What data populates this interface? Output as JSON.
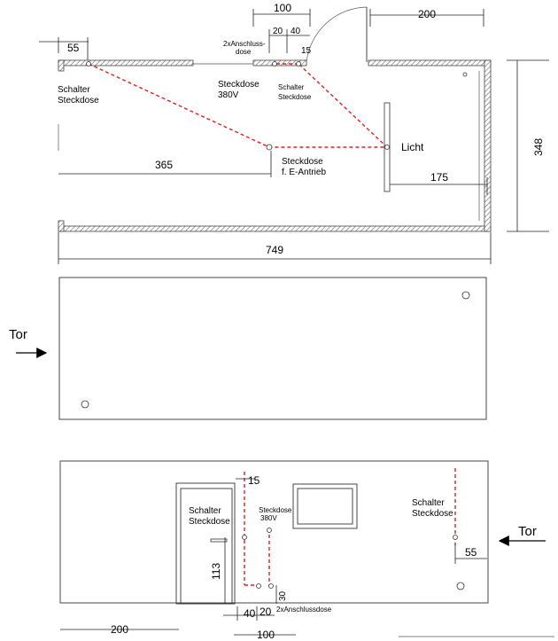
{
  "plan": {
    "dims": {
      "d100": "100",
      "d200": "200",
      "d20": "20",
      "d40": "40",
      "d15": "15",
      "d55": "55",
      "d365": "365",
      "d175": "175",
      "d749": "749",
      "d348": "348"
    },
    "labels": {
      "anschluss_line1": "2xAnschluss-",
      "anschluss_line2": "dose",
      "schalter": "Schalter",
      "steckdose": "Steckdose",
      "steckdose380_line1": "Steckdose",
      "steckdose380_line2": "380V",
      "licht": "Licht",
      "eantrieb_line1": "Steckdose",
      "eantrieb_line2": "f. E-Antrieb"
    }
  },
  "middle": {
    "tor": "Tor"
  },
  "elevation": {
    "dims": {
      "d15": "15",
      "d113": "113",
      "d30": "30",
      "d40": "40",
      "d20": "20",
      "d200": "200",
      "d100": "100",
      "d55": "55"
    },
    "labels": {
      "schalter": "Schalter",
      "steckdose": "Steckdose",
      "steckdose380_line1": "Steckdose",
      "steckdose380_line2": "380V",
      "anschlussdose": "2xAnschlussdose",
      "tor": "Tor"
    }
  }
}
